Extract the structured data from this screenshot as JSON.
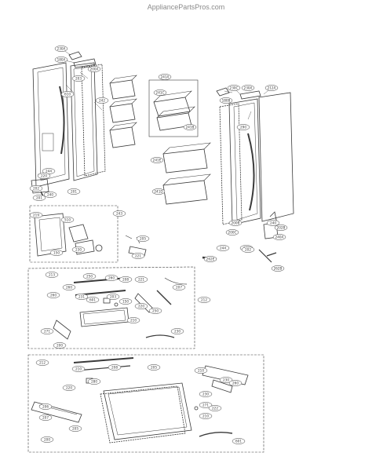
{
  "watermark": "AppliancePartsPros.com",
  "colors": {
    "line": "#3a3a3a",
    "label_bg": "#ffffff",
    "watermark": "#8a8a8a"
  },
  "labels": {
    "left_door": [
      "230A",
      "180A",
      "203",
      "200A",
      "610",
      "242",
      "244",
      "220",
      "202",
      "201",
      "240",
      "201"
    ],
    "center_bins": [
      "241A",
      "241C",
      "241B",
      "241E",
      "241D"
    ],
    "right_door": [
      "230C",
      "180B",
      "230A",
      "212A",
      "290",
      "200B",
      "200C",
      "242",
      "240",
      "244",
      "202",
      "262B",
      "262E",
      "240A",
      "202B"
    ],
    "control_box": [
      "219",
      "510",
      "243",
      "150",
      "230",
      "205",
      "221"
    ],
    "drawer_upper": [
      "213",
      "260",
      "250",
      "260",
      "208",
      "221",
      "260",
      "231",
      "601",
      "203",
      "150",
      "220",
      "250",
      "207",
      "271",
      "210",
      "230",
      "212"
    ],
    "drawer_lower": [
      "212",
      "210",
      "208",
      "205",
      "280",
      "220",
      "206",
      "207",
      "205",
      "200",
      "200",
      "210",
      "230",
      "260",
      "230",
      "271",
      "222",
      "210",
      "601"
    ]
  }
}
